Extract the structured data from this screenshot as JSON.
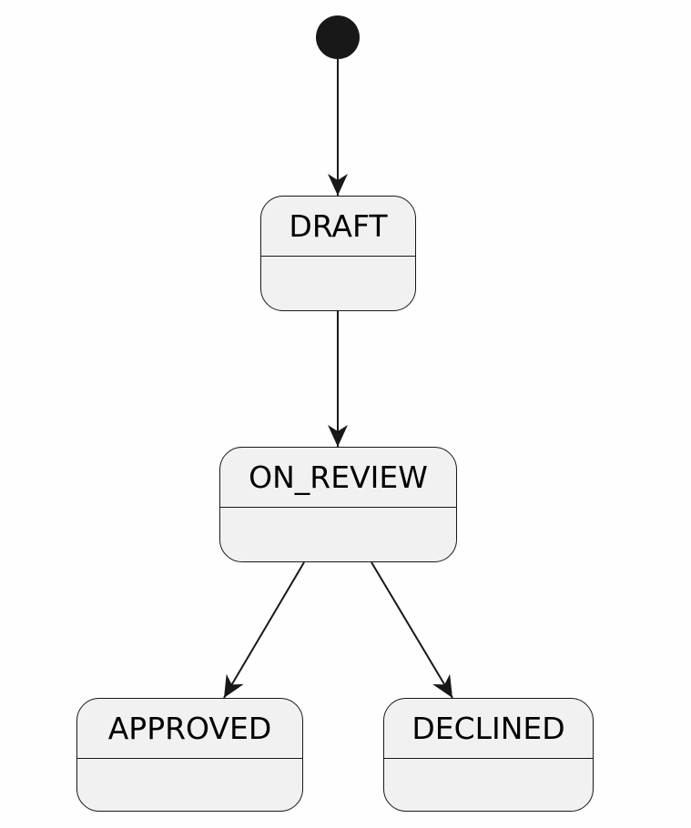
{
  "diagram": {
    "type": "state-diagram",
    "initial_state": "DRAFT",
    "states": {
      "draft": "DRAFT",
      "on_review": "ON_REVIEW",
      "approved": "APPROVED",
      "declined": "DECLINED"
    },
    "transitions": [
      {
        "from": "[*]",
        "to": "DRAFT"
      },
      {
        "from": "DRAFT",
        "to": "ON_REVIEW"
      },
      {
        "from": "ON_REVIEW",
        "to": "APPROVED"
      },
      {
        "from": "ON_REVIEW",
        "to": "DECLINED"
      }
    ],
    "colors": {
      "state_fill": "#f1f1f1",
      "border": "#181818",
      "arrow": "#181818",
      "initial_dot": "#181818"
    }
  }
}
